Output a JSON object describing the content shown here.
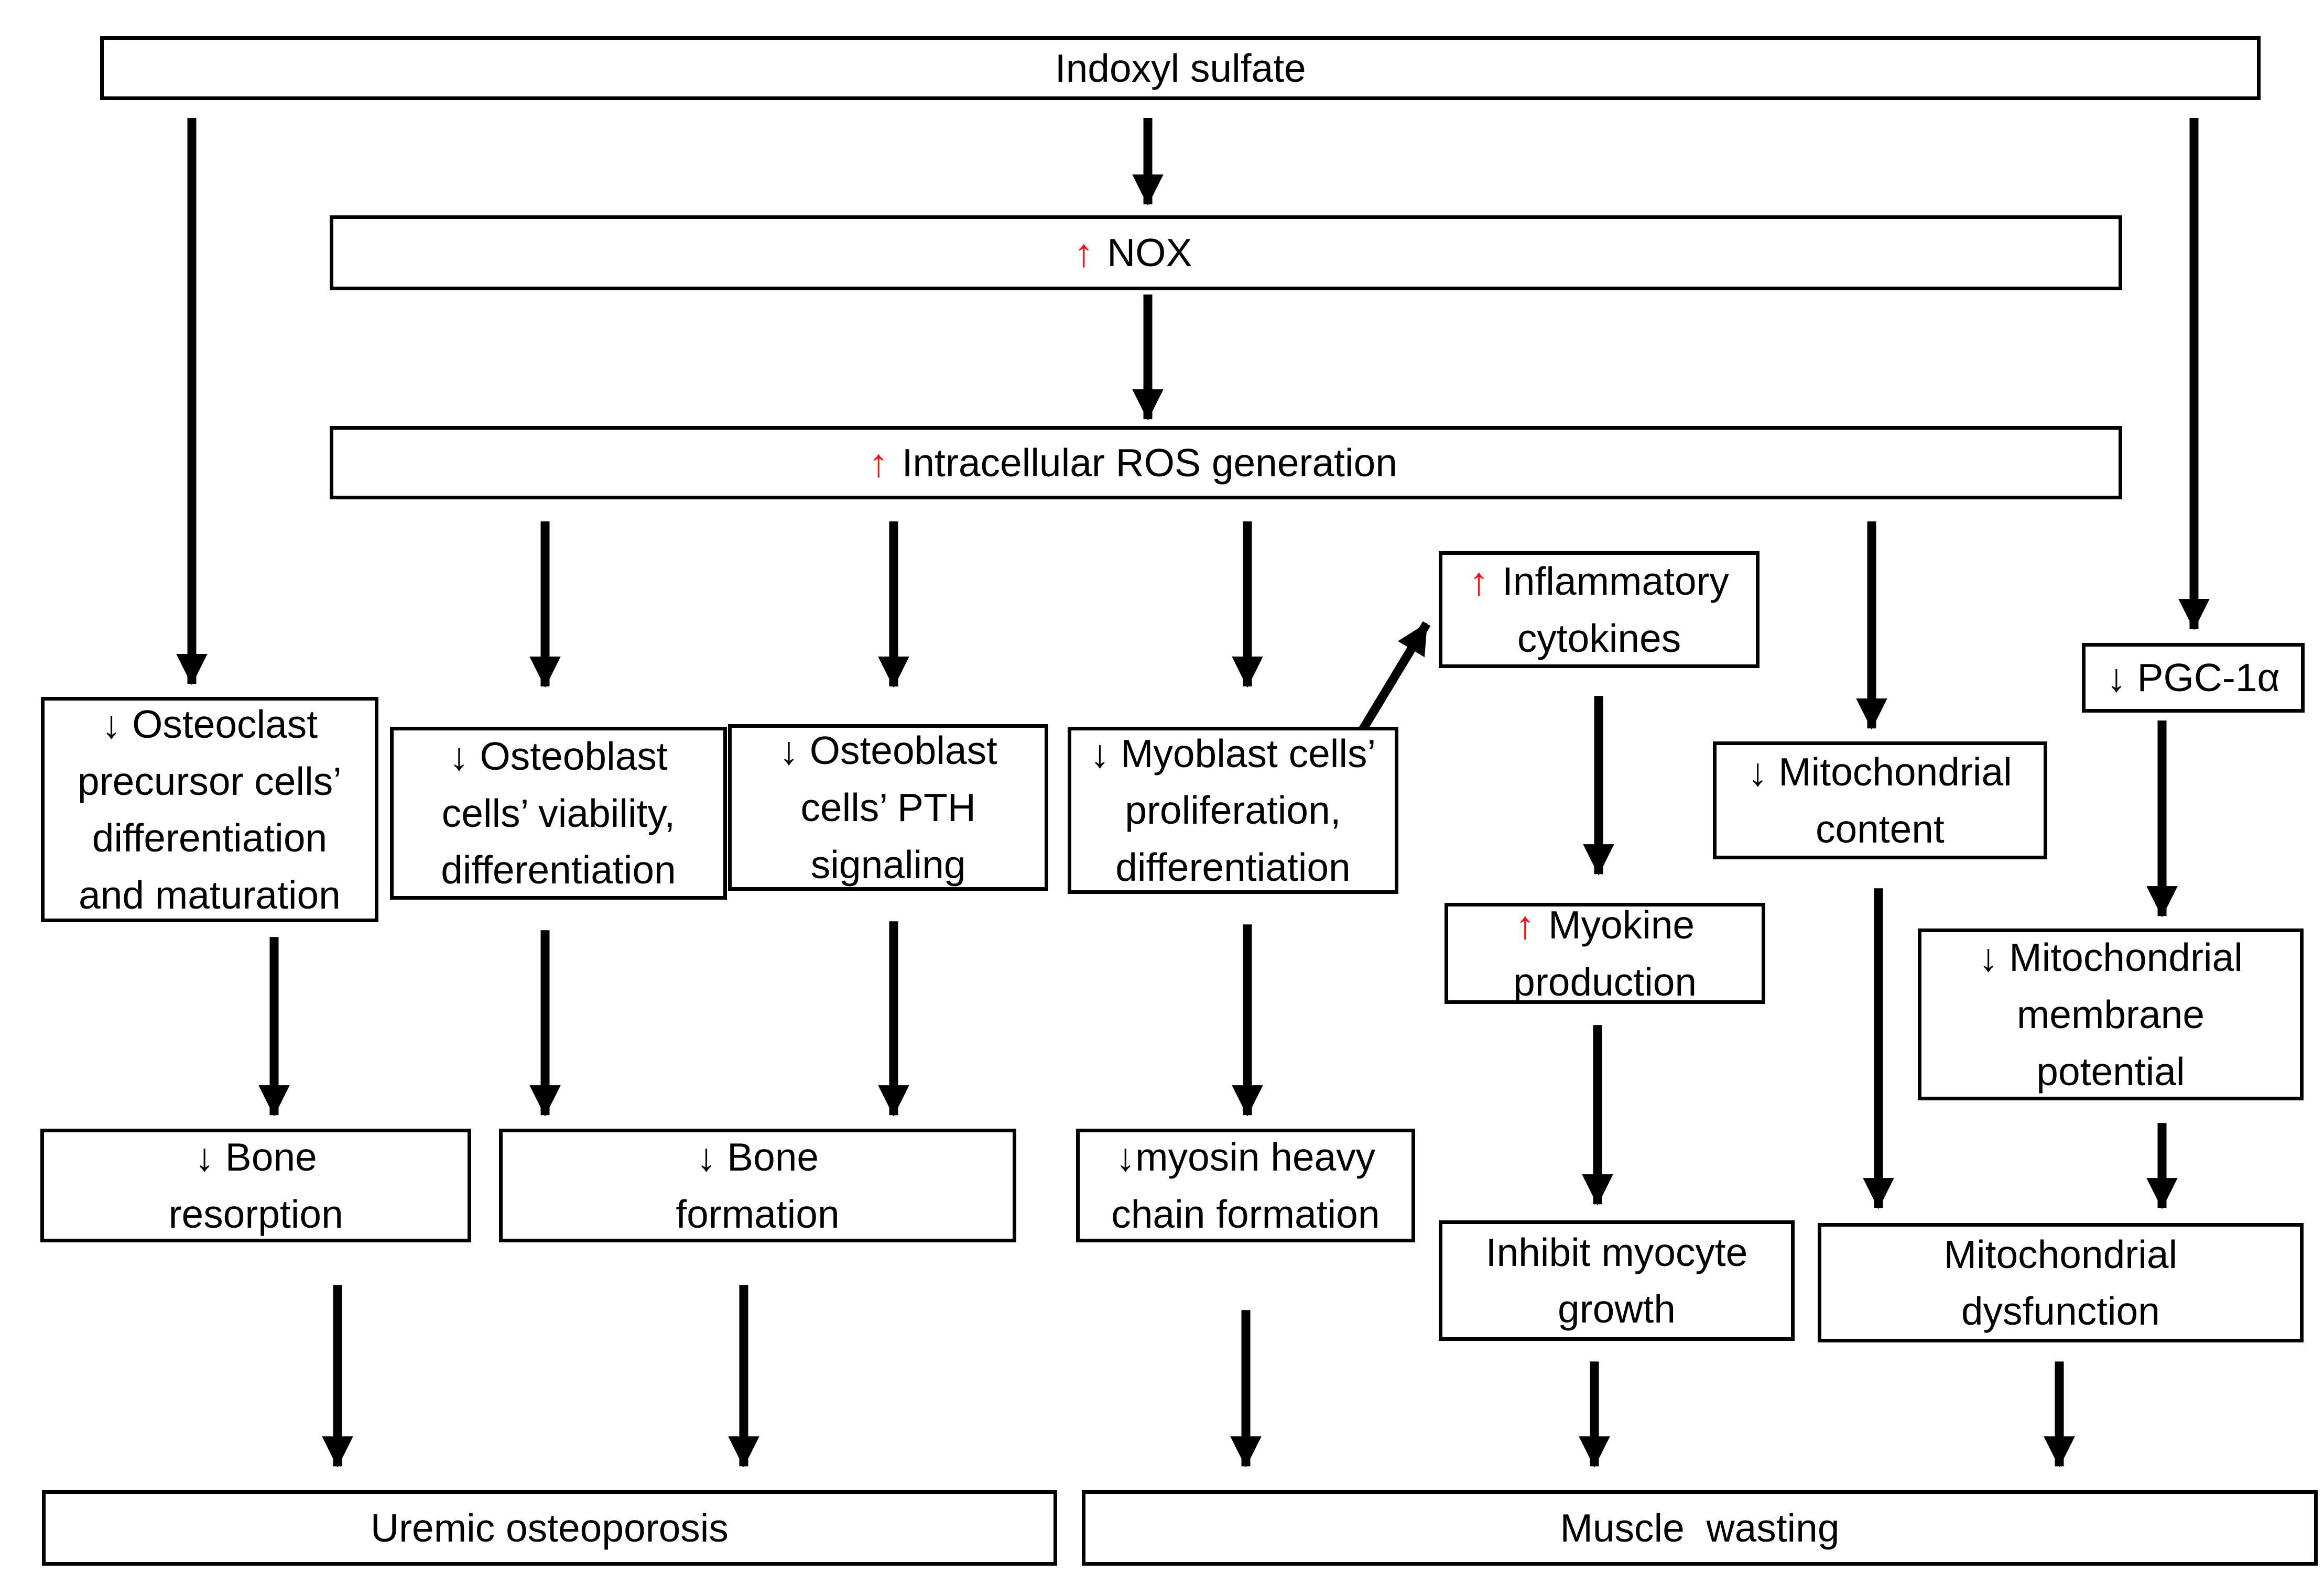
{
  "colors": {
    "background": "#FFFFFF",
    "ink": "#000000",
    "box_border": "#000000",
    "up_arrow_red": "#FA0D0D",
    "flow_arrow_black": "#000000"
  },
  "boxes": {
    "indoxyl": {
      "lines": [
        "Indoxyl sulfate"
      ]
    },
    "nox": {
      "up": "↑",
      "lines": [
        "NOX"
      ]
    },
    "ros": {
      "up": "↑",
      "lines": [
        "Intracellular ROS generation"
      ]
    },
    "osteoclast": {
      "lines": [
        "↓ Osteoclast",
        "precursor cells’",
        "differentiation",
        "and maturation"
      ]
    },
    "osteoblast_viability": {
      "lines": [
        "↓ Osteoblast",
        "cells’ viability,",
        "differentiation"
      ]
    },
    "osteoblast_pth": {
      "lines": [
        "↓ Osteoblast",
        "cells’ PTH",
        "signaling"
      ]
    },
    "myoblast": {
      "lines": [
        "↓ Myoblast cells’",
        "proliferation,",
        "differentiation"
      ]
    },
    "inflammatory": {
      "up": "↑",
      "lines": [
        "Inflammatory",
        "cytokines"
      ]
    },
    "mito_content": {
      "lines": [
        "↓ Mitochondrial",
        "content"
      ]
    },
    "pgc1a": {
      "lines": [
        "↓ PGC-1α"
      ]
    },
    "myokine": {
      "up": "↑",
      "lines": [
        "Myokine",
        "production"
      ]
    },
    "membrane_potential": {
      "lines": [
        "↓ Mitochondrial",
        "membrane",
        "potential"
      ]
    },
    "bone_resorption": {
      "lines": [
        "↓ Bone",
        "resorption"
      ]
    },
    "bone_formation": {
      "lines": [
        "↓ Bone",
        "formation"
      ]
    },
    "myosin": {
      "lines": [
        "↓myosin heavy",
        "chain formation"
      ]
    },
    "inhibit_myocyte": {
      "lines": [
        "Inhibit myocyte",
        "growth"
      ]
    },
    "mito_dysfunction": {
      "lines": [
        "Mitochondrial",
        "dysfunction"
      ]
    },
    "uremic": {
      "lines": [
        "Uremic osteoporosis"
      ]
    },
    "muscle": {
      "lines": [
        "Muscle  wasting"
      ]
    }
  }
}
